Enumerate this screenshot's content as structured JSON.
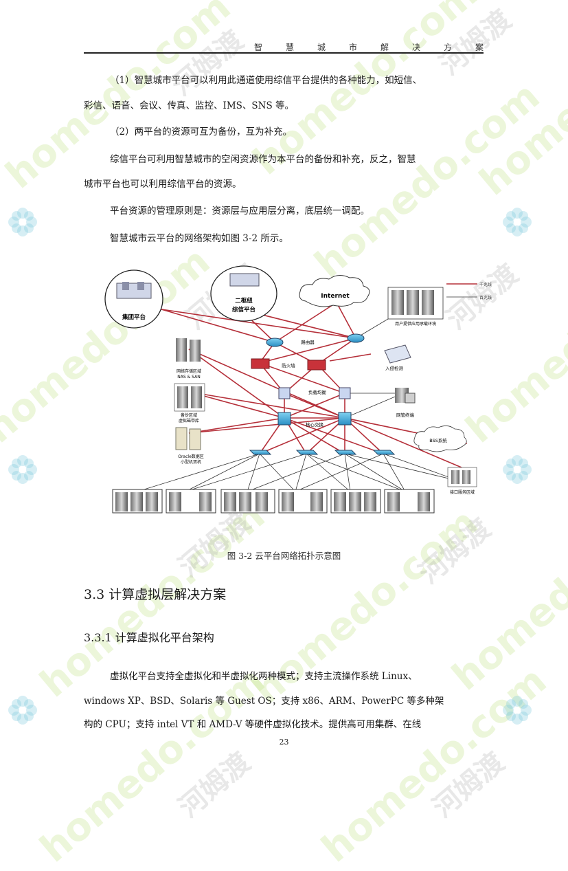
{
  "header": {
    "title": "智慧城市解决方案"
  },
  "paragraphs": [
    "（1）智慧城市平台可以利用此通道使用综信平台提供的各种能力，如短信、",
    "彩信、语音、会议、传真、监控、IMS、SNS 等。",
    "（2）两平台的资源可互为备份，互为补充。",
    "综信平台可利用智慧城市的空闲资源作为本平台的备份和补充，反之，智慧",
    "城市平台也可以利用综信平台的资源。",
    "平台资源的管理原则是：资源层与应用层分离，底层统一调配。",
    "智慧城市云平台的网络架构如图 3-2 所示。"
  ],
  "figure": {
    "labels": {
      "group_platform": "集团平台",
      "hub_line1": "二枢纽",
      "hub_line2": "综信平台",
      "internet": "Internet",
      "user_env": "用户提供应用承载环境",
      "router": "路由器",
      "firewall": "防火墙",
      "intrusion": "入侵检测",
      "storage_line1": "网络存储区域",
      "storage_line2": "NAS & SAN",
      "backup_line1": "备份区域",
      "backup_line2": "虚拟磁带库",
      "oracle_line1": "Oracle数据区",
      "oracle_line2": "小型机双机",
      "load_balance": "负载均衡",
      "core_switch": "核心交换",
      "network_mgmt": "网管终端",
      "bss": "BSS系统",
      "interface_zone": "接口服务区域",
      "legend_gigabit": "千兆线",
      "legend_100m": "百兆线"
    }
  },
  "caption": "图 3-2 云平台网络拓扑示意图",
  "section": {
    "title": "3.3  计算虚拟层解决方案"
  },
  "subsection": {
    "title": "3.3.1  计算虚拟化平台架构"
  },
  "body2": [
    "虚拟化平台支持全虚拟化和半虚拟化两种模式；支持主流操作系统 Linux、",
    "windows XP、BSD、Solaris 等 Guest OS；支持 x86、ARM、PowerPC 等多种架",
    "构的 CPU；支持 intel VT 和 AMD-V 等硬件虚拟化技术。提供高可用集群、在线"
  ],
  "page_number": "23",
  "watermark": {
    "latin": "homedo.com",
    "cn": "河姆渡"
  },
  "colors": {
    "gigabit_line": "#b5303a",
    "switch_blue": "#2f9fd0",
    "firewall_red": "#c8323a"
  }
}
